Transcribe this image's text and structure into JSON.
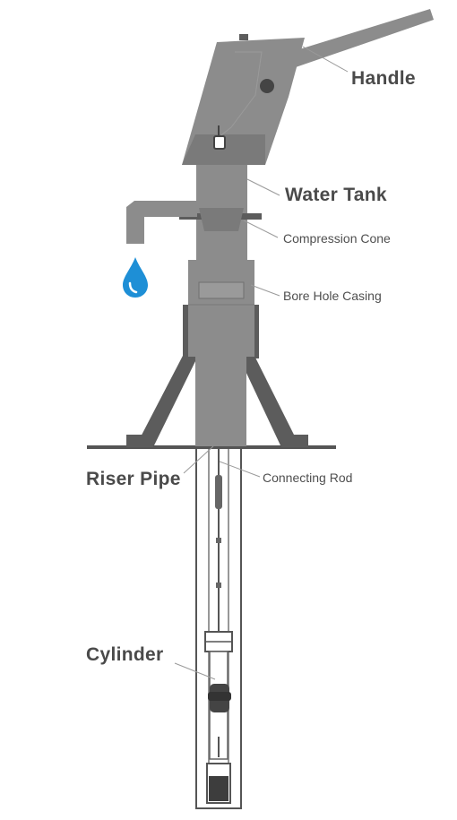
{
  "labels": {
    "handle": "Handle",
    "water_tank": "Water Tank",
    "compression_cone": "Compression Cone",
    "bore_hole_casing": "Bore Hole Casing",
    "riser_pipe": "Riser Pipe",
    "connecting_rod": "Connecting Rod",
    "cylinder": "Cylinder"
  },
  "colors": {
    "metal": "#8c8c8c",
    "metal_dark": "#5c5c5c",
    "metal_light": "#b5b5b5",
    "outline": "#444444",
    "ground": "#555555",
    "water": "#1e8fd6"
  }
}
